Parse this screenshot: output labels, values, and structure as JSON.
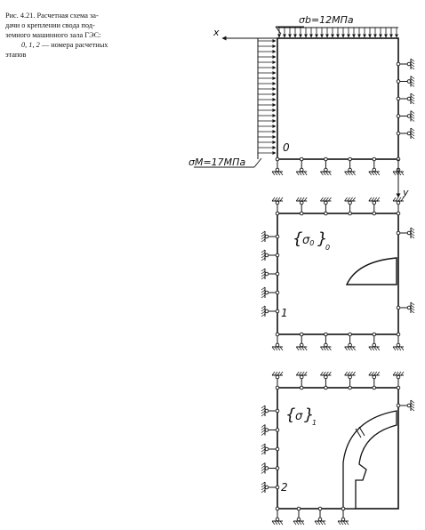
{
  "caption": {
    "line1": "Рис. 4.21. Расчетная схема за-",
    "line2": "дачи о креплении свода под-",
    "line3": "земного машинного зала ГЭС:",
    "line4_nums": "0, 1, 2",
    "line4_rest": "— номера расчетных",
    "line5": "этапов"
  },
  "panel0": {
    "stage_label": "0",
    "top_stress": "σb=12МПа",
    "side_stress": "σM=17МПа",
    "axis_x": "x",
    "axis_y": "y"
  },
  "panel1": {
    "stage_label": "1",
    "field_label": "{σ0}0"
  },
  "panel2": {
    "stage_label": "2",
    "field_label": "{σ}1"
  }
}
